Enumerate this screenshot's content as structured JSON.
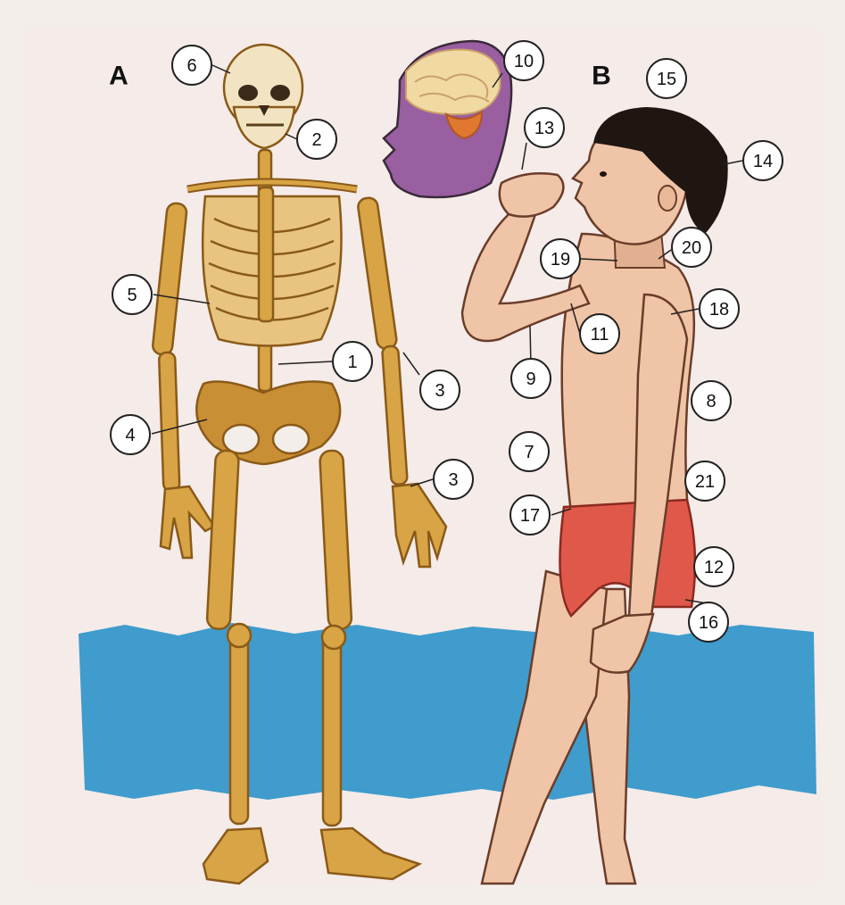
{
  "sections": {
    "a": "A",
    "b": "B"
  },
  "callouts": [
    {
      "id": "c6",
      "text": "6"
    },
    {
      "id": "c2",
      "text": "2"
    },
    {
      "id": "c10",
      "text": "10"
    },
    {
      "id": "c15",
      "text": "15"
    },
    {
      "id": "c13",
      "text": "13"
    },
    {
      "id": "c14",
      "text": "14"
    },
    {
      "id": "c19",
      "text": "19"
    },
    {
      "id": "c20",
      "text": "20"
    },
    {
      "id": "c5",
      "text": "5"
    },
    {
      "id": "c18",
      "text": "18"
    },
    {
      "id": "c11",
      "text": "11"
    },
    {
      "id": "c1",
      "text": "1"
    },
    {
      "id": "c9",
      "text": "9"
    },
    {
      "id": "c3a",
      "text": "3"
    },
    {
      "id": "c8",
      "text": "8"
    },
    {
      "id": "c4",
      "text": "4"
    },
    {
      "id": "c7",
      "text": "7"
    },
    {
      "id": "c3b",
      "text": "3"
    },
    {
      "id": "c21",
      "text": "21"
    },
    {
      "id": "c17",
      "text": "17"
    },
    {
      "id": "c12",
      "text": "12"
    },
    {
      "id": "c16",
      "text": "16"
    }
  ],
  "colors": {
    "background": "#f3eeea",
    "bone": "#d8a445",
    "bone_dark": "#8a5a18",
    "water": "#3f9ccc",
    "skin": "#f0c4a6",
    "hair": "#1f1612",
    "shorts": "#e0584a",
    "head_silhouette": "#9a5fa0",
    "brain": "#f1d9a3"
  }
}
